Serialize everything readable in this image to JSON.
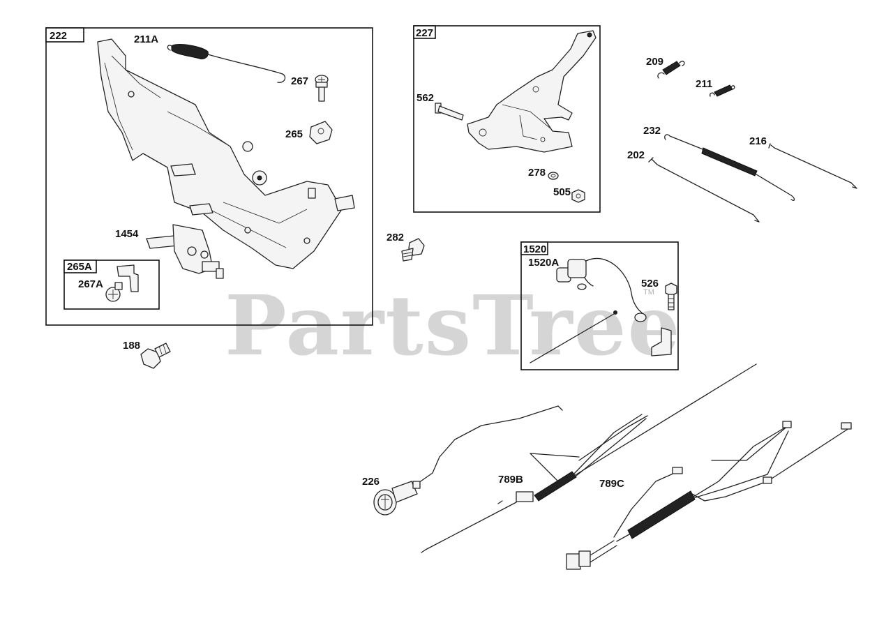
{
  "callouts": {
    "c222": "222",
    "c211A": "211A",
    "c267": "267",
    "c265": "265",
    "c1454": "1454",
    "c265A": "265A",
    "c267A": "267A",
    "c188": "188",
    "c227": "227",
    "c562": "562",
    "c278": "278",
    "c505": "505",
    "c282": "282",
    "c209": "209",
    "c211": "211",
    "c232": "232",
    "c216": "216",
    "c202": "202",
    "c1520": "1520",
    "c1520A": "1520A",
    "c526": "526",
    "c226": "226",
    "c789B": "789B",
    "c789C": "789C"
  },
  "watermark": {
    "text": "PartsTree",
    "trademark": "TM"
  }
}
